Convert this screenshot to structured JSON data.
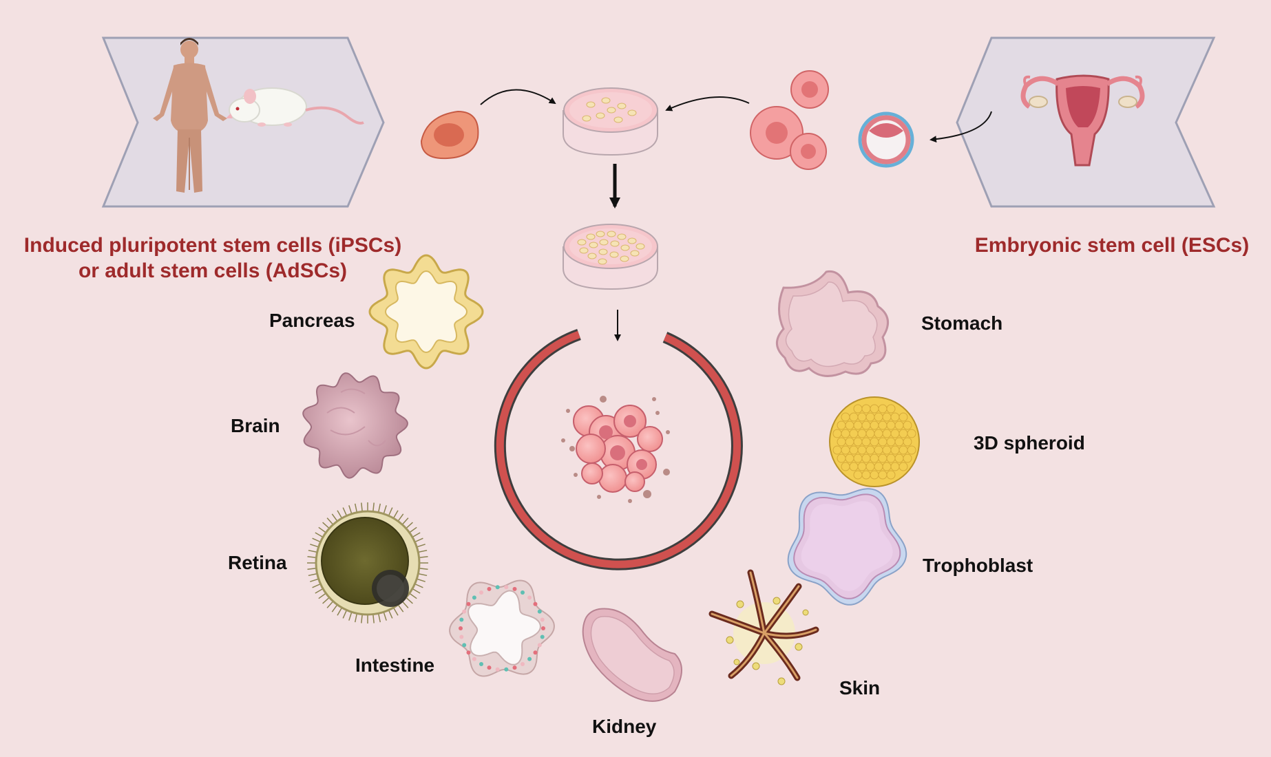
{
  "sources": {
    "left_line1": "Induced pluripotent stem cells (iPSCs)",
    "left_line2": "or adult stem cells (AdSCs)",
    "right": "Embryonic stem cell (ESCs)"
  },
  "organoids": {
    "pancreas": "Pancreas",
    "brain": "Brain",
    "retina": "Retina",
    "intestine": "Intestine",
    "kidney": "Kidney",
    "skin": "Skin",
    "trophoblast": "Trophoblast",
    "spheroid": "3D spheroid",
    "stomach": "Stomach"
  },
  "colors": {
    "background": "#f3e1e2",
    "label_red": "#9e2a2b",
    "panel_fill": "#e2dbe4",
    "panel_stroke": "#9ea0b4",
    "ring_red": "#d0514f"
  }
}
